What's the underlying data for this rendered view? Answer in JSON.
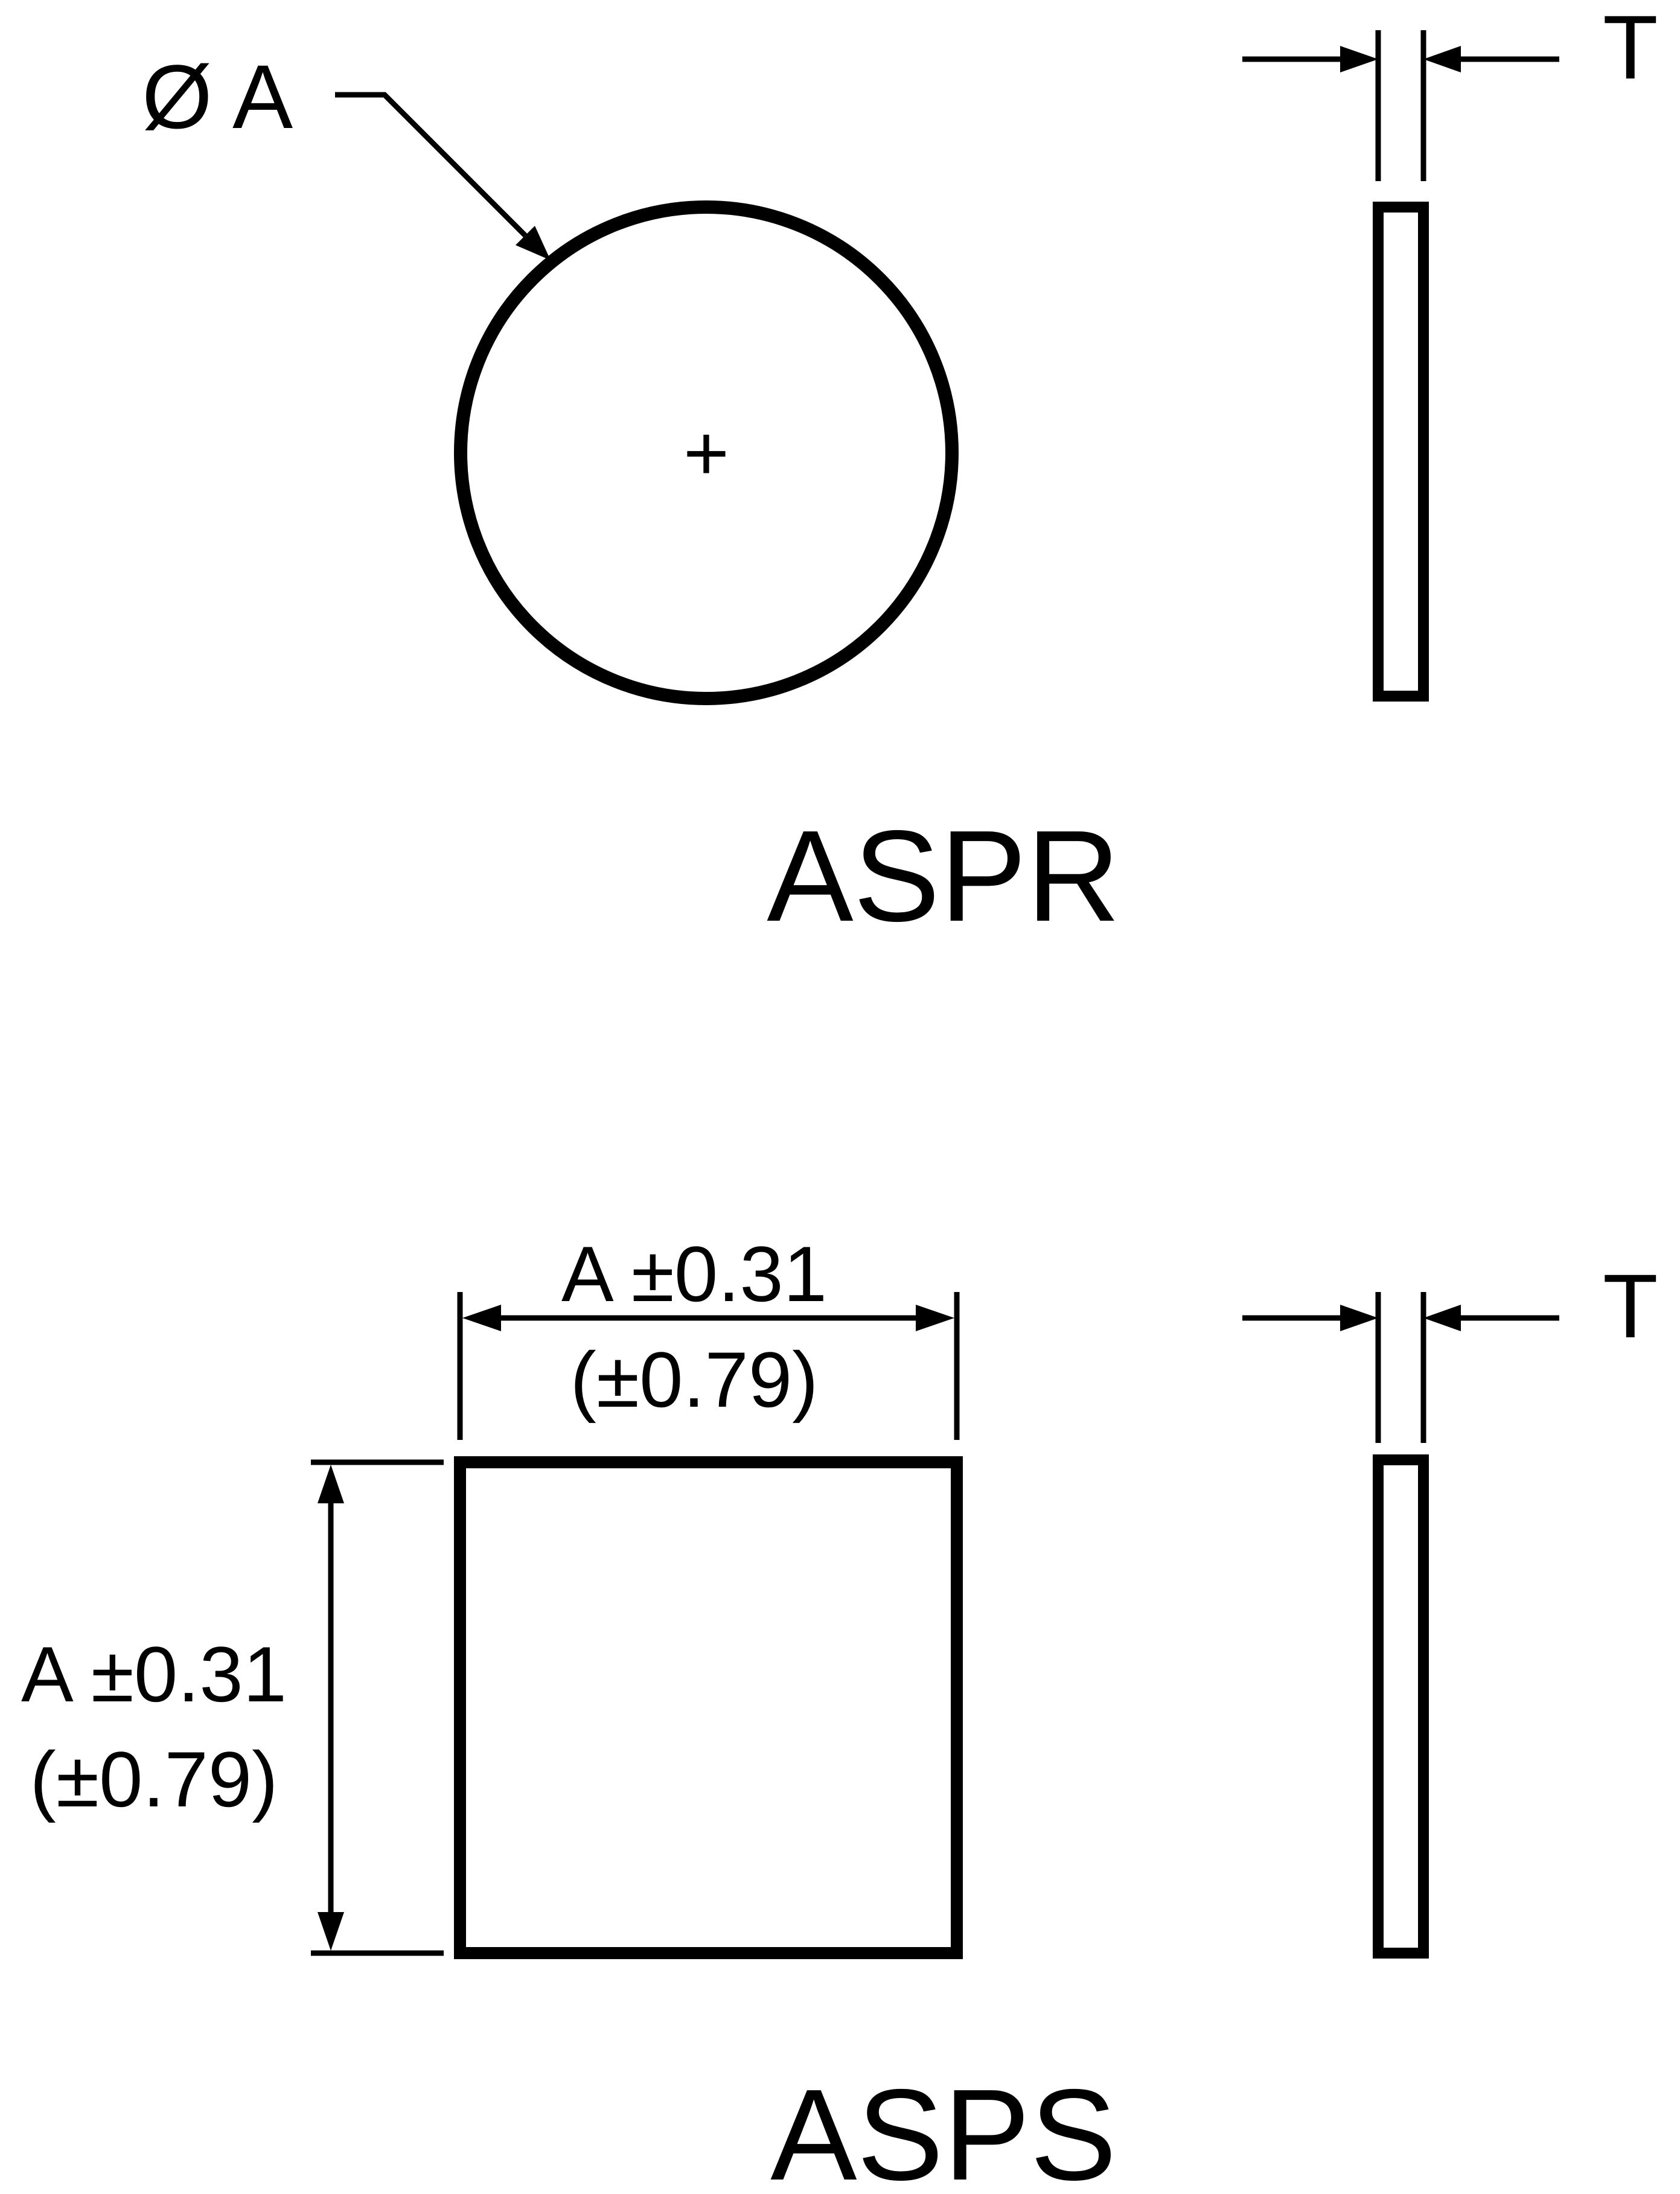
{
  "round_part": {
    "diameter_label": "Ø A",
    "center_mark": "+",
    "thickness_label": "T",
    "part_name": "ASPR"
  },
  "square_part": {
    "width_label_line1": "A ±0.31",
    "width_label_line2": "(±0.79)",
    "height_label_line1": "A ±0.31",
    "height_label_line2": "(±0.79)",
    "thickness_label": "T",
    "part_name": "ASPS"
  },
  "colors": {
    "ink": "#000000",
    "background": "#ffffff"
  }
}
